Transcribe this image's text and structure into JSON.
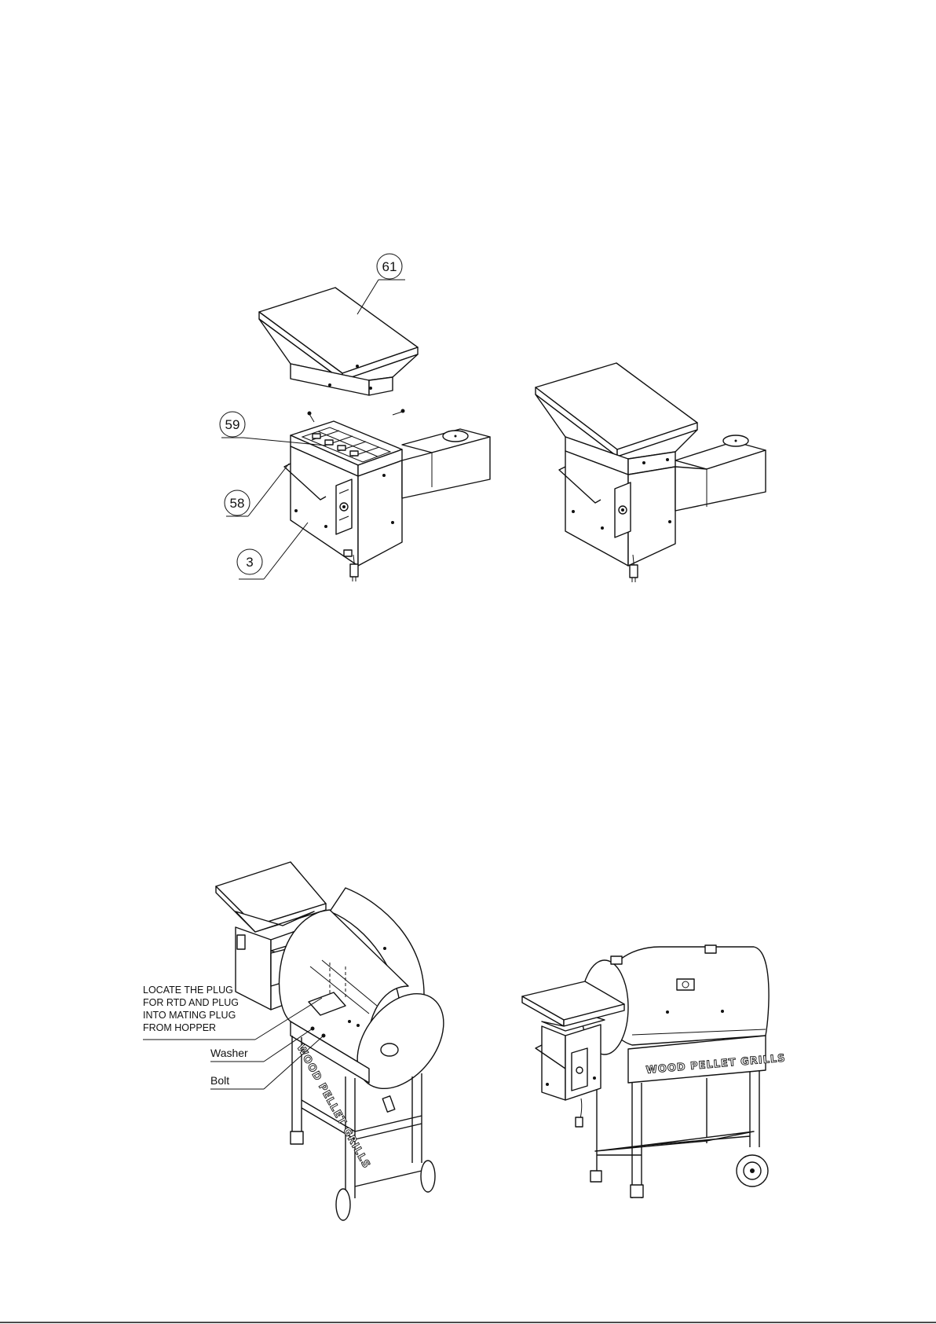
{
  "figure_top": {
    "callouts": [
      {
        "id": "callout-61",
        "text": "61"
      },
      {
        "id": "callout-59",
        "text": "59"
      },
      {
        "id": "callout-58",
        "text": "58"
      },
      {
        "id": "callout-3",
        "text": "3"
      }
    ]
  },
  "figure_bottom": {
    "note_lines": [
      "LOCATE THE PLUG",
      "FOR RTD AND PLUG",
      "INTO MATING PLUG",
      "FROM HOPPER"
    ],
    "labels": {
      "washer": "Washer",
      "bolt": "Bolt"
    },
    "brand_text": "WOOD PELLET GRILLS"
  }
}
